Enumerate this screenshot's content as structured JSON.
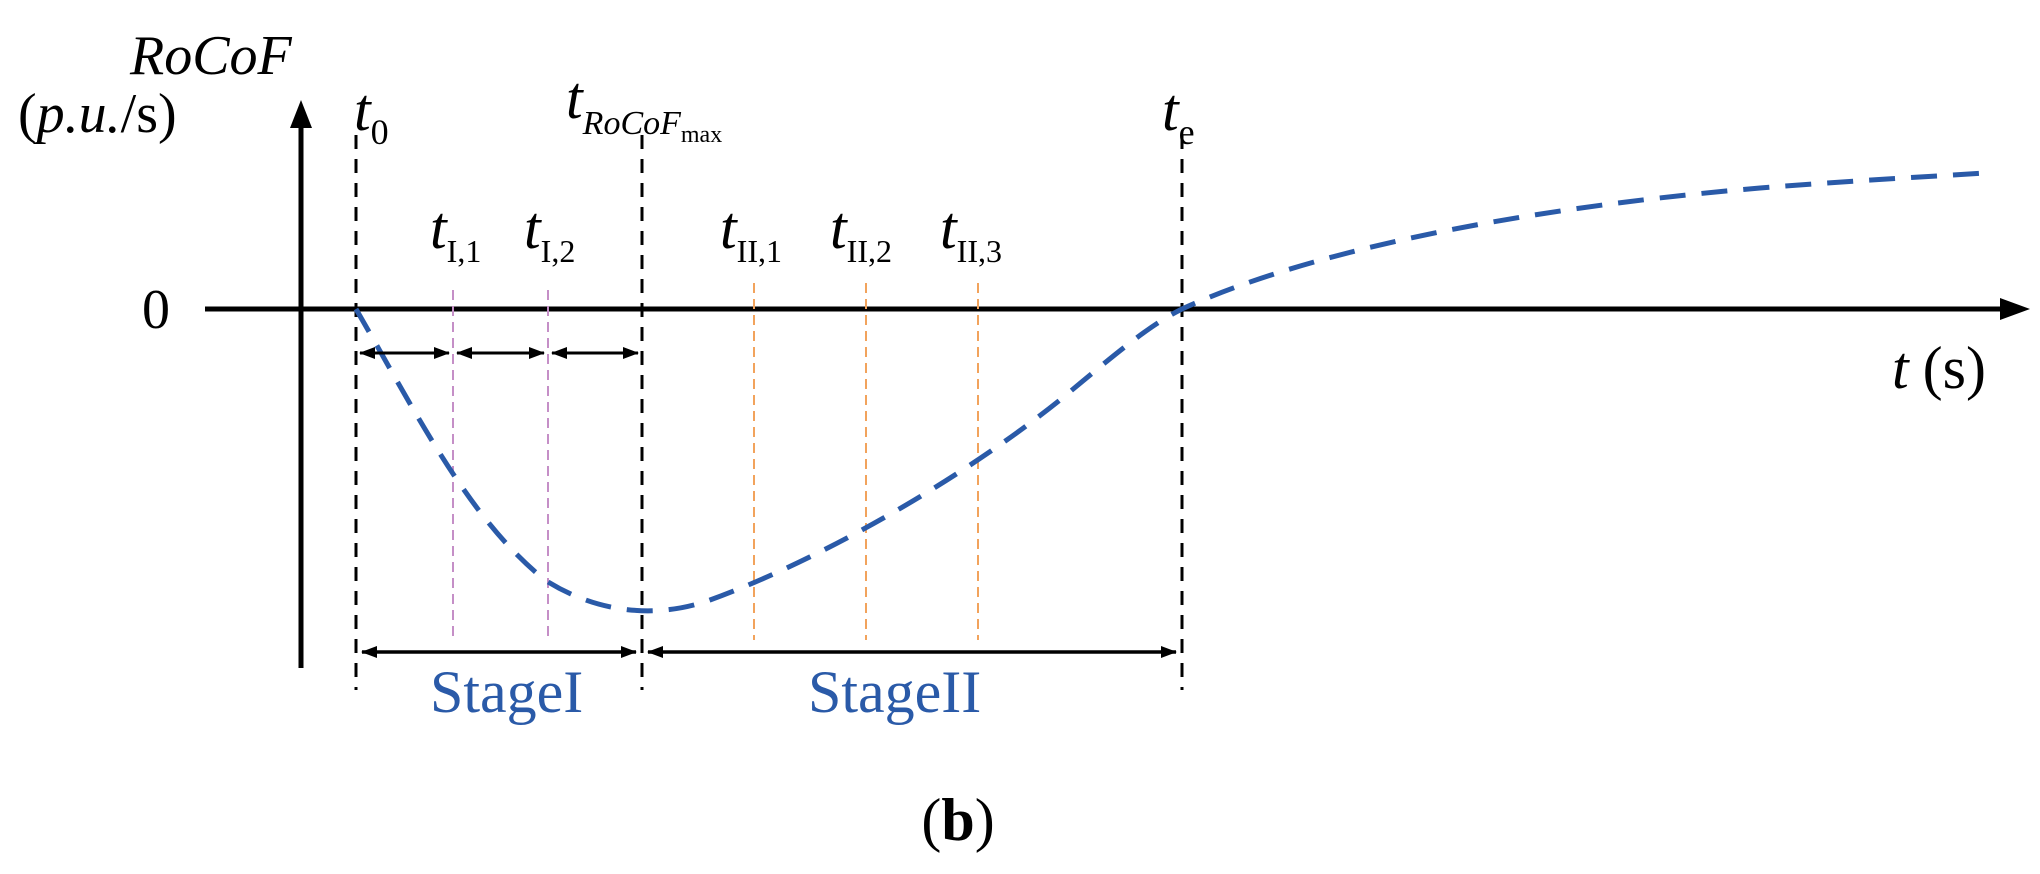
{
  "axes": {
    "y_label_line1": "RoCoF",
    "y_label_line2_open": "(",
    "y_label_line2_unit": "p.u.",
    "y_label_line2_close": "/s)",
    "zero_label": "0",
    "x_label_var": "t",
    "x_label_unit": "(s)"
  },
  "time_markers": {
    "t0": {
      "base": "t",
      "sub": "0"
    },
    "t_max": {
      "base": "t",
      "sub": "RoCoF",
      "subsub": "max"
    },
    "te": {
      "base": "t",
      "sub": "e"
    },
    "tI1": {
      "base": "t",
      "sub": "I,1"
    },
    "tI2": {
      "base": "t",
      "sub": "I,2"
    },
    "tII1": {
      "base": "t",
      "sub": "II,1"
    },
    "tII2": {
      "base": "t",
      "sub": "II,2"
    },
    "tII3": {
      "base": "t",
      "sub": "II,3"
    }
  },
  "stages": {
    "stage1": "StageI",
    "stage2": "StageII"
  },
  "panel_label": {
    "open": "(",
    "letter": "b",
    "close": ")"
  },
  "colors": {
    "curve": "#2a5aa8",
    "stage_text": "#2a5aa8",
    "stage1_guides": "#c58fc7",
    "stage2_guides": "#f2a35c",
    "axis": "#000000"
  }
}
